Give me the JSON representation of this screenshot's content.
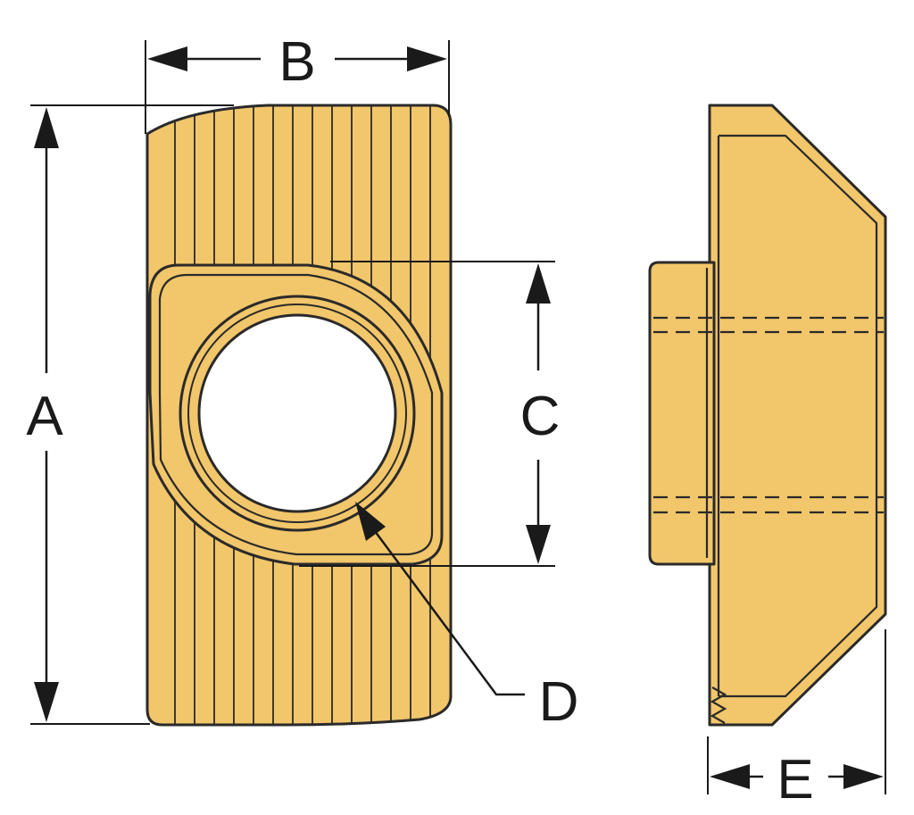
{
  "diagram": {
    "labels": {
      "a": "A",
      "b": "B",
      "c": "C",
      "d": "D",
      "e": "E"
    },
    "colors": {
      "body": "#f2c66b",
      "outline": "#2a2a2a",
      "dimension": "#1a1a1a",
      "hole": "#ffffff"
    }
  }
}
